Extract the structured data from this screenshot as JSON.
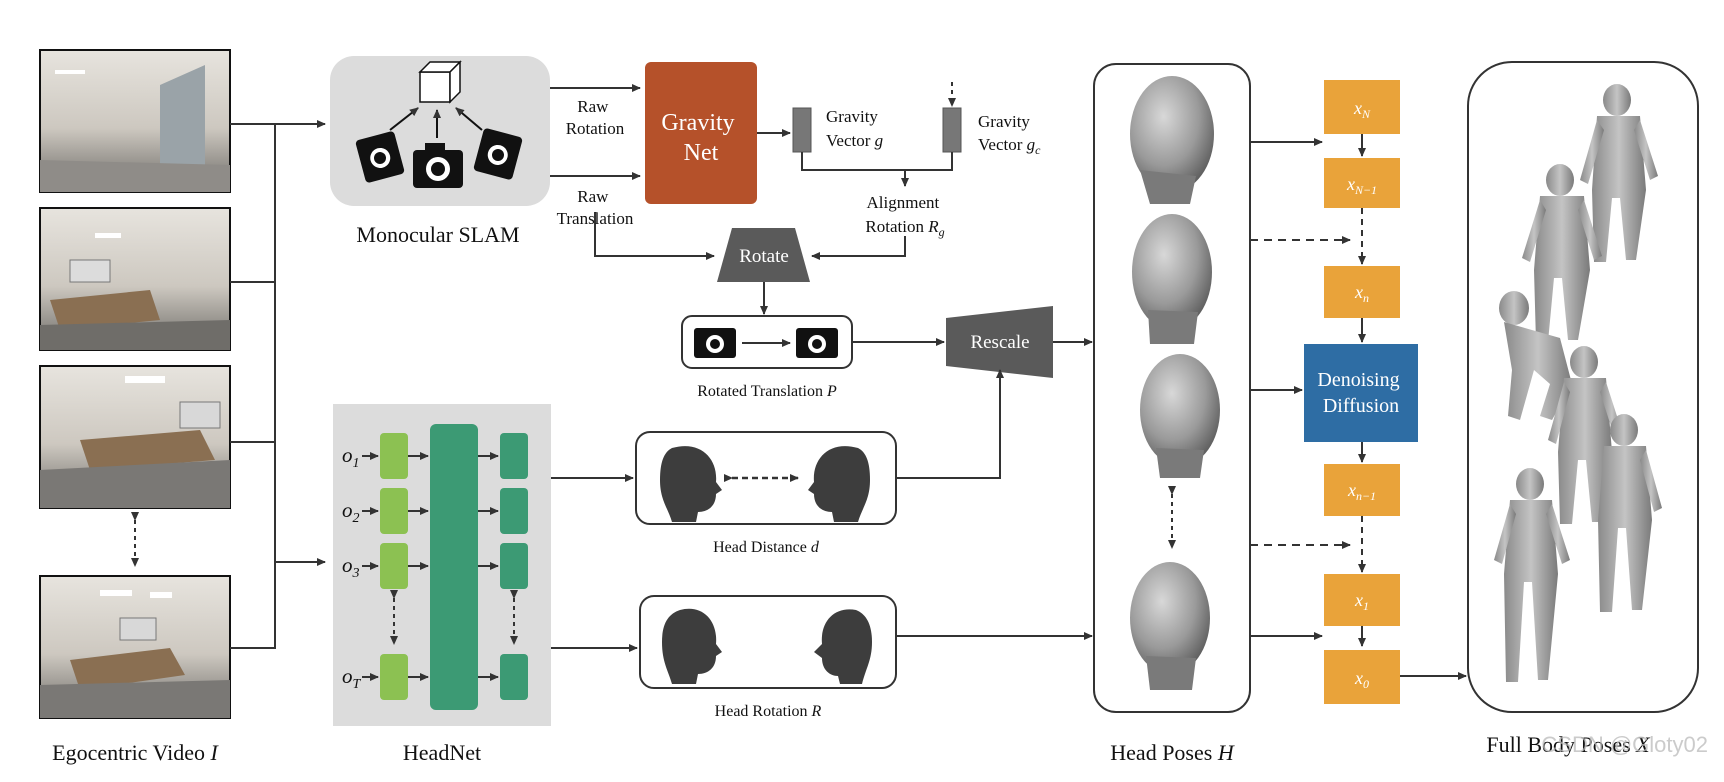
{
  "columns": {
    "video_caption": "Egocentric Video",
    "video_symbol": "I",
    "slam_caption": "Monocular SLAM",
    "headnet_caption": "HeadNet",
    "head_poses_caption": "Head Poses",
    "head_poses_symbol": "H",
    "full_body_caption": "Full Body Poses",
    "full_body_symbol": "X"
  },
  "slam_branch": {
    "raw_rotation": [
      "Raw",
      "Rotation"
    ],
    "raw_translation": [
      "Raw",
      "Translation"
    ],
    "gravity_net": [
      "Gravity",
      "Net"
    ],
    "gravity_vector_g": [
      "Gravity",
      "Vector"
    ],
    "gravity_vector_g_symbol": "g",
    "gravity_vector_gc": [
      "Gravity",
      "Vector"
    ],
    "gravity_vector_gc_symbol": "g",
    "gravity_vector_gc_sub": "c",
    "alignment": [
      "Alignment",
      "Rotation"
    ],
    "alignment_symbol": "R",
    "alignment_sub": "g",
    "rotate": "Rotate",
    "rotated_translation": "Rotated Translation",
    "rotated_translation_symbol": "P",
    "rescale": "Rescale"
  },
  "headnet": {
    "inputs": [
      {
        "base": "o",
        "sub": "1"
      },
      {
        "base": "o",
        "sub": "2"
      },
      {
        "base": "o",
        "sub": "3"
      },
      {
        "base": "o",
        "sub": "T"
      }
    ],
    "head_distance": "Head Distance",
    "head_distance_symbol": "d",
    "head_rotation": "Head Rotation",
    "head_rotation_symbol": "R"
  },
  "diffusion": {
    "label": [
      "Denoising",
      "Diffusion"
    ],
    "steps": [
      {
        "base": "x",
        "sub": "N"
      },
      {
        "base": "x",
        "sub": "N−1"
      },
      {
        "base": "x",
        "sub": "n"
      },
      {
        "base": "x",
        "sub": "n−1"
      },
      {
        "base": "x",
        "sub": "1"
      },
      {
        "base": "x",
        "sub": "0"
      }
    ]
  },
  "watermark": "CSDN @Gloty02",
  "colors": {
    "gravity_net": "#b5512a",
    "diffusion_blue": "#2e6da4",
    "step_orange": "#e9a33a",
    "headnet_light_green": "#8cc152",
    "headnet_teal": "#3c9a74",
    "dark_gray_block": "#5a5a5a",
    "panel_gray": "#dcdcdc"
  }
}
